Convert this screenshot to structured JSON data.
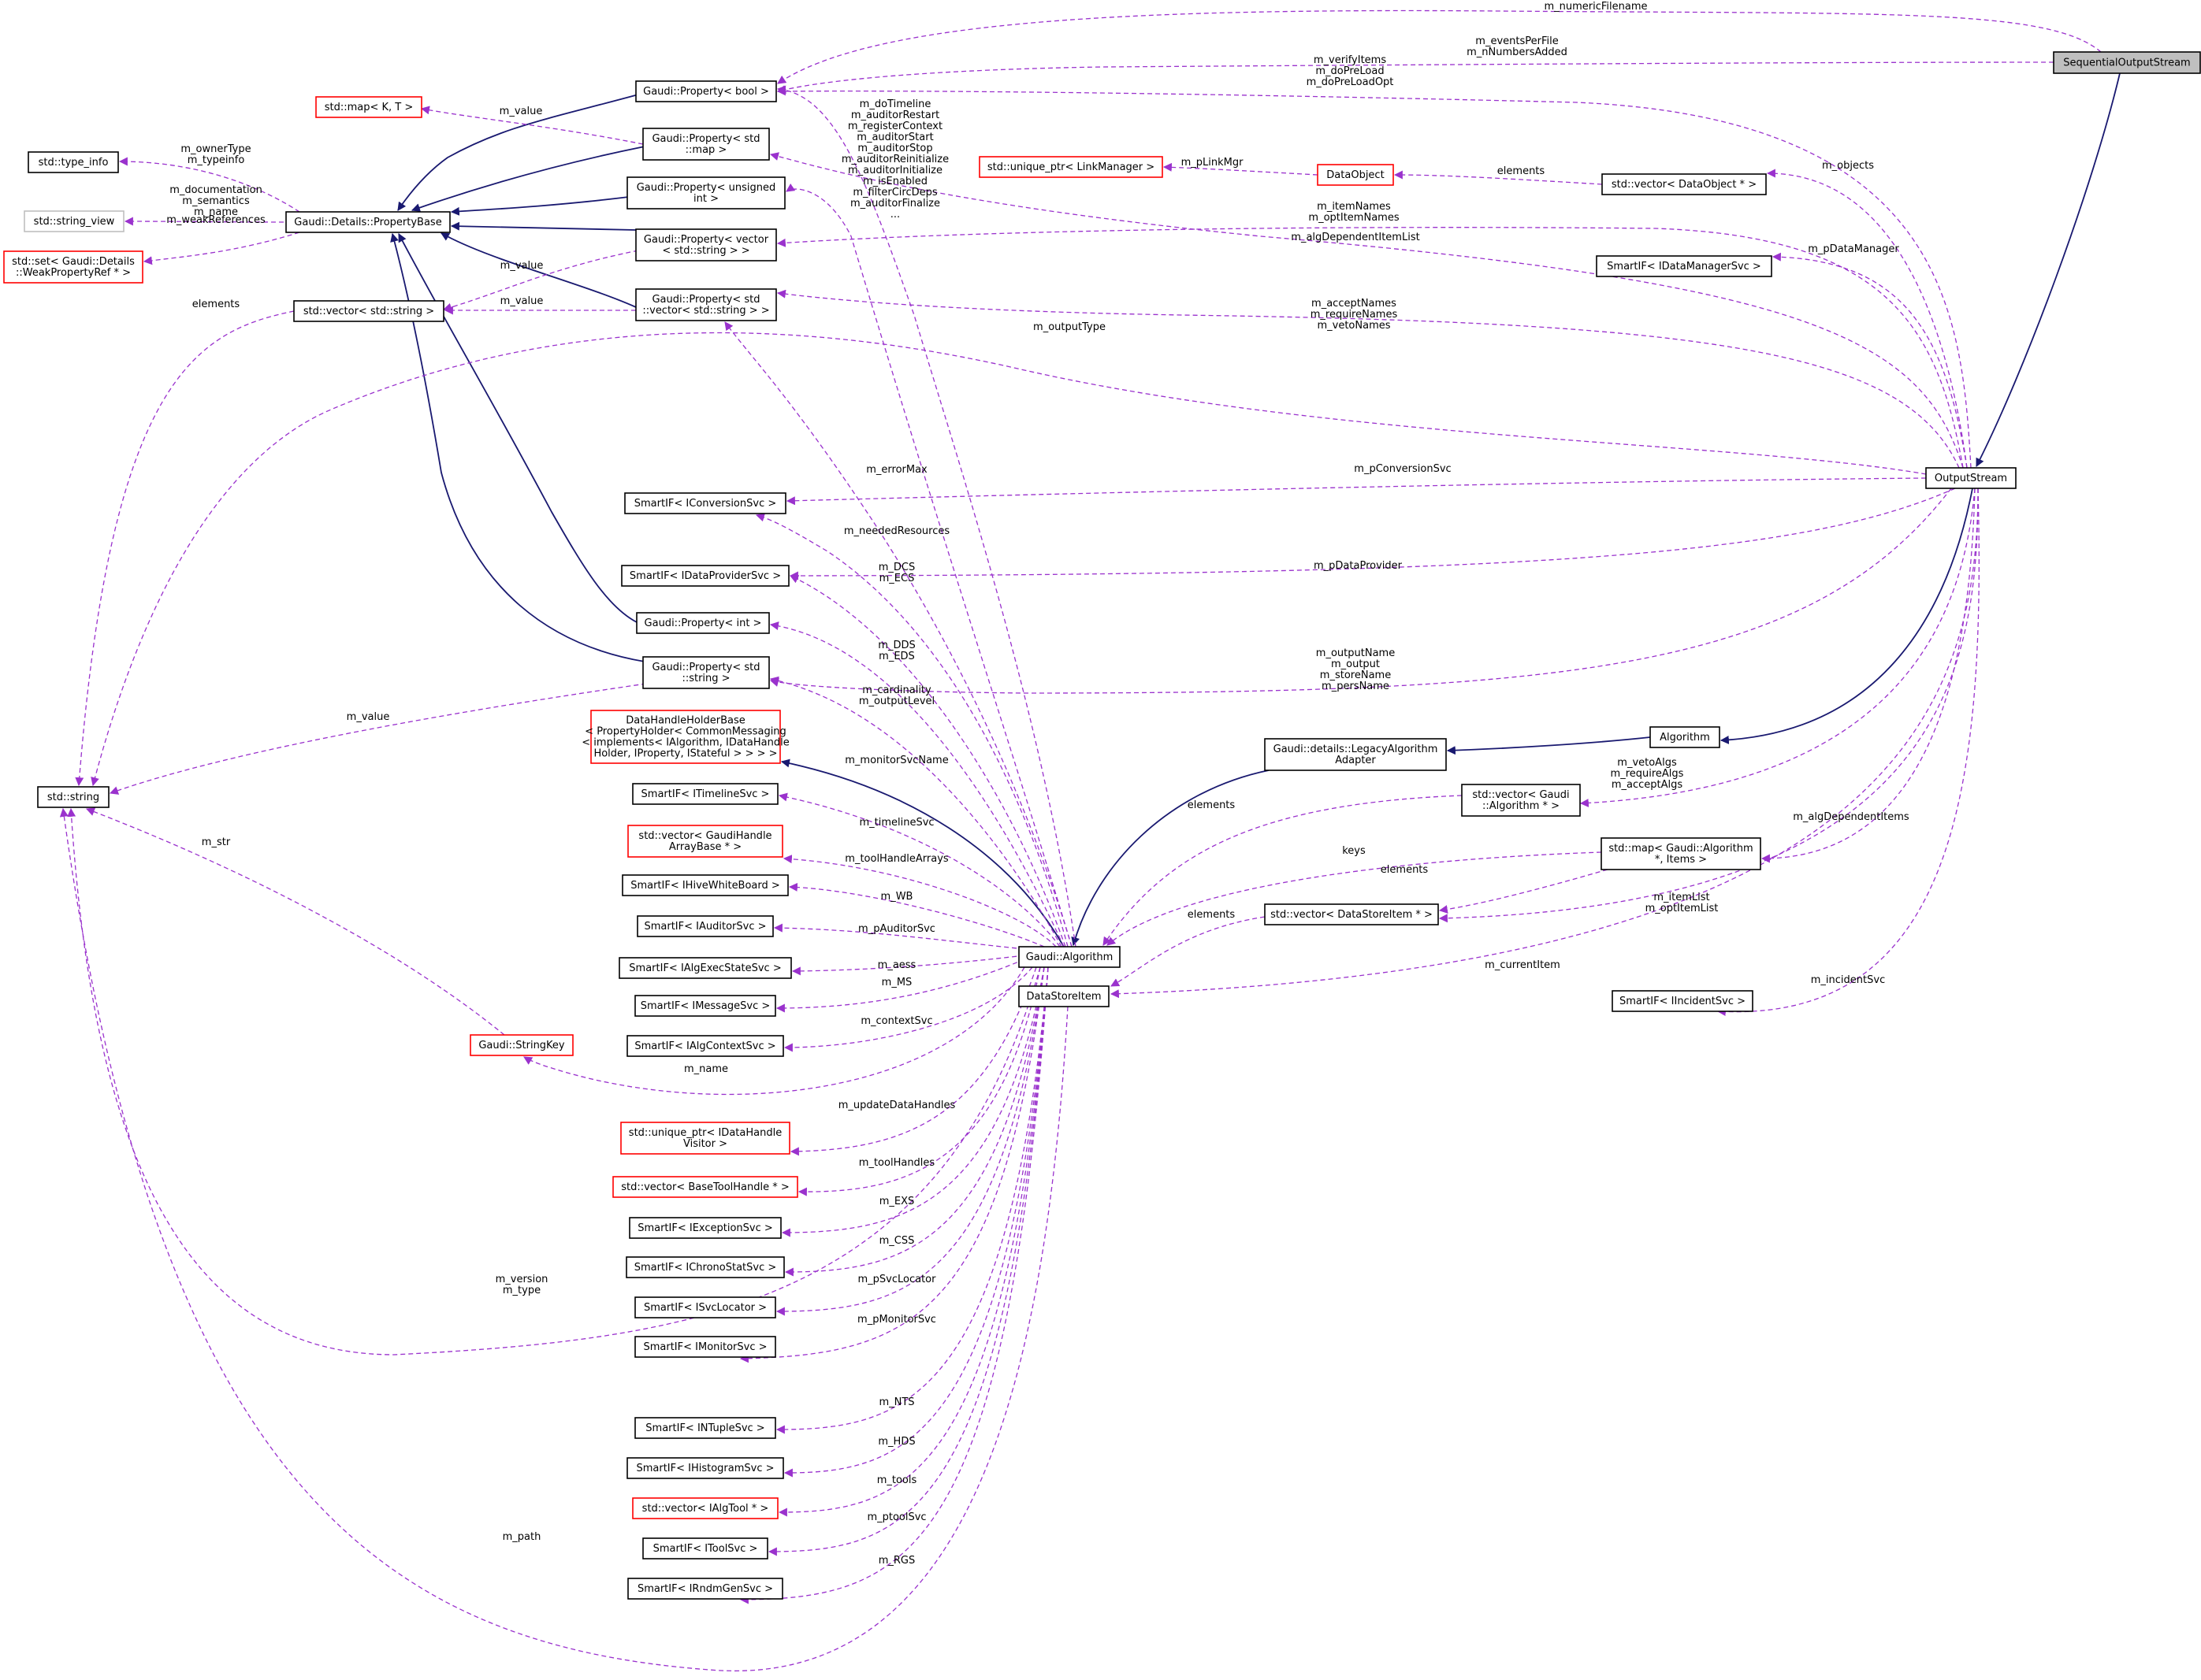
{
  "colors": {
    "inheritance": "#191970",
    "usage": "#9a32cd",
    "node_border": "#000000",
    "node_border_undocumented": "#ff0000",
    "node_border_external": "#bfbfbf",
    "node_highlight_fill": "#bfbfbf"
  },
  "nodes": [
    {
      "id": "SequentialOutputStream",
      "lines": [
        "SequentialOutputStream"
      ],
      "border": "black",
      "highlight": true
    },
    {
      "id": "OutputStream",
      "lines": [
        "OutputStream"
      ],
      "border": "black"
    },
    {
      "id": "Algorithm",
      "lines": [
        "Algorithm"
      ],
      "border": "black"
    },
    {
      "id": "LegacyAlgorithmAdapter",
      "lines": [
        "Gaudi::details::LegacyAlgorithm",
        "Adapter"
      ],
      "border": "black"
    },
    {
      "id": "GaudiAlgorithm",
      "lines": [
        "Gaudi::Algorithm"
      ],
      "border": "black"
    },
    {
      "id": "DataHandleHolderBase",
      "lines": [
        "DataHandleHolderBase",
        "< PropertyHolder< CommonMessaging",
        "< implements< IAlgorithm, IDataHandle",
        "Holder, IProperty, IStateful > > > >"
      ],
      "border": "red"
    },
    {
      "id": "PropertyBase",
      "lines": [
        "Gaudi::Details::PropertyBase"
      ],
      "border": "black"
    },
    {
      "id": "PropBool",
      "lines": [
        "Gaudi::Property< bool >"
      ],
      "border": "black"
    },
    {
      "id": "PropMap",
      "lines": [
        "Gaudi::Property< std",
        "::map >"
      ],
      "border": "black"
    },
    {
      "id": "PropUnsigned",
      "lines": [
        "Gaudi::Property< unsigned",
        "int >"
      ],
      "border": "black"
    },
    {
      "id": "PropVector",
      "lines": [
        "Gaudi::Property< vector",
        "< std::string > >"
      ],
      "border": "black"
    },
    {
      "id": "PropStdVector",
      "lines": [
        "Gaudi::Property< std",
        "::vector< std::string > >"
      ],
      "border": "black"
    },
    {
      "id": "PropInt",
      "lines": [
        "Gaudi::Property< int >"
      ],
      "border": "black"
    },
    {
      "id": "PropString",
      "lines": [
        "Gaudi::Property< std",
        "::string >"
      ],
      "border": "black"
    },
    {
      "id": "StdString",
      "lines": [
        "std::string"
      ],
      "border": "black"
    },
    {
      "id": "TypeInfo",
      "lines": [
        "std::type_info"
      ],
      "border": "black"
    },
    {
      "id": "StringView",
      "lines": [
        "std::string_view"
      ],
      "border": "gray"
    },
    {
      "id": "SetWeakRef",
      "lines": [
        "std::set< Gaudi::Details",
        "::WeakPropertyRef * >"
      ],
      "border": "red"
    },
    {
      "id": "StdMapKT",
      "lines": [
        "std::map< K, T >"
      ],
      "border": "red"
    },
    {
      "id": "VectorString",
      "lines": [
        "std::vector< std::string >"
      ],
      "border": "black"
    },
    {
      "id": "UniqueLinkManager",
      "lines": [
        "std::unique_ptr< LinkManager >"
      ],
      "border": "red"
    },
    {
      "id": "DataObject",
      "lines": [
        "DataObject"
      ],
      "border": "red"
    },
    {
      "id": "VectorDataObject",
      "lines": [
        "std::vector< DataObject * >"
      ],
      "border": "black"
    },
    {
      "id": "SIDataManagerSvc",
      "lines": [
        "SmartIF< IDataManagerSvc >"
      ],
      "border": "black"
    },
    {
      "id": "SIConversionSvc",
      "lines": [
        "SmartIF< IConversionSvc >"
      ],
      "border": "black"
    },
    {
      "id": "SIDataProviderSvc",
      "lines": [
        "SmartIF< IDataProviderSvc >"
      ],
      "border": "black"
    },
    {
      "id": "SITimelineSvc",
      "lines": [
        "SmartIF< ITimelineSvc >"
      ],
      "border": "black"
    },
    {
      "id": "VectorGaudiHandleArrayBase",
      "lines": [
        "std::vector< GaudiHandle",
        "ArrayBase * >"
      ],
      "border": "red"
    },
    {
      "id": "SIHiveWhiteBoard",
      "lines": [
        "SmartIF< IHiveWhiteBoard >"
      ],
      "border": "black"
    },
    {
      "id": "SIAuditorSvc",
      "lines": [
        "SmartIF< IAuditorSvc >"
      ],
      "border": "black"
    },
    {
      "id": "SIAlgExecStateSvc",
      "lines": [
        "SmartIF< IAlgExecStateSvc >"
      ],
      "border": "black"
    },
    {
      "id": "SIMessageSvc",
      "lines": [
        "SmartIF< IMessageSvc >"
      ],
      "border": "black"
    },
    {
      "id": "SIAlgContextSvc",
      "lines": [
        "SmartIF< IAlgContextSvc >"
      ],
      "border": "black"
    },
    {
      "id": "StringKey",
      "lines": [
        "Gaudi::StringKey"
      ],
      "border": "red"
    },
    {
      "id": "UniqueDataHandleVisitor",
      "lines": [
        "std::unique_ptr< IDataHandle",
        "Visitor >"
      ],
      "border": "red"
    },
    {
      "id": "VectorBaseToolHandle",
      "lines": [
        "std::vector< BaseToolHandle * >"
      ],
      "border": "red"
    },
    {
      "id": "SIExceptionSvc",
      "lines": [
        "SmartIF< IExceptionSvc >"
      ],
      "border": "black"
    },
    {
      "id": "SIChronoStatSvc",
      "lines": [
        "SmartIF< IChronoStatSvc >"
      ],
      "border": "black"
    },
    {
      "id": "SISvcLocator",
      "lines": [
        "SmartIF< ISvcLocator >"
      ],
      "border": "black"
    },
    {
      "id": "SIMonitorSvc",
      "lines": [
        "SmartIF< IMonitorSvc >"
      ],
      "border": "black"
    },
    {
      "id": "SINTupleSvc",
      "lines": [
        "SmartIF< INTupleSvc >"
      ],
      "border": "black"
    },
    {
      "id": "SIHistogramSvc",
      "lines": [
        "SmartIF< IHistogramSvc >"
      ],
      "border": "black"
    },
    {
      "id": "VectorIAlgTool",
      "lines": [
        "std::vector< IAlgTool * >"
      ],
      "border": "red"
    },
    {
      "id": "SIToolSvc",
      "lines": [
        "SmartIF< IToolSvc >"
      ],
      "border": "black"
    },
    {
      "id": "SIRndmGenSvc",
      "lines": [
        "SmartIF< IRndmGenSvc >"
      ],
      "border": "black"
    },
    {
      "id": "DataStoreItem",
      "lines": [
        "DataStoreItem"
      ],
      "border": "black"
    },
    {
      "id": "VectorGaudiAlgorithm",
      "lines": [
        "std::vector< Gaudi",
        "::Algorithm * >"
      ],
      "border": "black"
    },
    {
      "id": "MapGaudiAlgorithmItems",
      "lines": [
        "std::map< Gaudi::Algorithm",
        "*, Items >"
      ],
      "border": "black"
    },
    {
      "id": "VectorDataStoreItem",
      "lines": [
        "std::vector< DataStoreItem * >"
      ],
      "border": "black"
    },
    {
      "id": "SIIncidentSvc",
      "lines": [
        "SmartIF< IIncidentSvc >"
      ],
      "border": "black"
    }
  ],
  "edge_labels": [
    {
      "id": "numericFilename",
      "lines": [
        "m_numericFilename"
      ]
    },
    {
      "id": "eventsPerFile",
      "lines": [
        "m_eventsPerFile",
        "m_nNumbersAdded"
      ]
    },
    {
      "id": "verifyItems",
      "lines": [
        "m_verifyItems",
        "m_doPreLoad",
        "m_doPreLoadOpt"
      ]
    },
    {
      "id": "objects",
      "lines": [
        "m_objects"
      ]
    },
    {
      "id": "pDataManager",
      "lines": [
        "m_pDataManager"
      ]
    },
    {
      "id": "itemNames",
      "lines": [
        "m_itemNames",
        "m_optItemNames"
      ]
    },
    {
      "id": "algDependentItemList",
      "lines": [
        "m_algDependentItemList"
      ]
    },
    {
      "id": "acceptNames",
      "lines": [
        "m_acceptNames",
        "m_requireNames",
        "m_vetoNames"
      ]
    },
    {
      "id": "outputType",
      "lines": [
        "m_outputType"
      ]
    },
    {
      "id": "pConversionSvc",
      "lines": [
        "m_pConversionSvc"
      ]
    },
    {
      "id": "pDataProvider",
      "lines": [
        "m_pDataProvider"
      ]
    },
    {
      "id": "outputName",
      "lines": [
        "m_outputName",
        "m_output",
        "m_storeName",
        "m_persName"
      ]
    },
    {
      "id": "vetoAlgs",
      "lines": [
        "m_vetoAlgs",
        "m_requireAlgs",
        "m_acceptAlgs"
      ]
    },
    {
      "id": "algDependentItems",
      "lines": [
        "m_algDependentItems"
      ]
    },
    {
      "id": "itemList",
      "lines": [
        "m_itemList",
        "m_optItemList"
      ]
    },
    {
      "id": "currentItem",
      "lines": [
        "m_currentItem"
      ]
    },
    {
      "id": "incidentSvc",
      "lines": [
        "m_incidentSvc"
      ]
    },
    {
      "id": "elements_vdsi",
      "lines": [
        "elements"
      ]
    },
    {
      "id": "keys",
      "lines": [
        "keys"
      ]
    },
    {
      "id": "elements_map",
      "lines": [
        "elements"
      ]
    },
    {
      "id": "elements_vga",
      "lines": [
        "elements"
      ]
    },
    {
      "id": "pLinkMgr",
      "lines": [
        "m_pLinkMgr"
      ]
    },
    {
      "id": "elements_vdo",
      "lines": [
        "elements"
      ]
    },
    {
      "id": "value_map",
      "lines": [
        "m_value"
      ]
    },
    {
      "id": "ownerType",
      "lines": [
        "m_ownerType",
        "m_typeinfo"
      ]
    },
    {
      "id": "documentation",
      "lines": [
        "m_documentation",
        "m_semantics",
        "m_name"
      ]
    },
    {
      "id": "weakReferences",
      "lines": [
        "m_weakReferences"
      ]
    },
    {
      "id": "value_vec1",
      "lines": [
        "m_value"
      ]
    },
    {
      "id": "value_vec2",
      "lines": [
        "m_value"
      ]
    },
    {
      "id": "elements_vs",
      "lines": [
        "elements"
      ]
    },
    {
      "id": "value_str",
      "lines": [
        "m_value"
      ]
    },
    {
      "id": "str",
      "lines": [
        "m_str"
      ]
    },
    {
      "id": "doTimeline",
      "lines": [
        "m_doTimeline",
        "m_auditorRestart",
        "m_registerContext",
        "m_auditorStart",
        "m_auditorStop",
        "m_auditorReinitialize",
        "m_auditorInitialize",
        "m_isEnabled",
        "m_filterCircDeps",
        "m_auditorFinalize",
        "..."
      ]
    },
    {
      "id": "errorMax",
      "lines": [
        "m_errorMax"
      ]
    },
    {
      "id": "neededResources",
      "lines": [
        "m_neededResources"
      ]
    },
    {
      "id": "DCS",
      "lines": [
        "m_DCS",
        "m_ECS"
      ]
    },
    {
      "id": "DDS",
      "lines": [
        "m_DDS",
        "m_EDS"
      ]
    },
    {
      "id": "cardinality",
      "lines": [
        "m_cardinality",
        "m_outputLevel"
      ]
    },
    {
      "id": "monitorSvcName",
      "lines": [
        "m_monitorSvcName"
      ]
    },
    {
      "id": "timelineSvc",
      "lines": [
        "m_timelineSvc"
      ]
    },
    {
      "id": "toolHandleArrays",
      "lines": [
        "m_toolHandleArrays"
      ]
    },
    {
      "id": "WB",
      "lines": [
        "m_WB"
      ]
    },
    {
      "id": "pAuditorSvc",
      "lines": [
        "m_pAuditorSvc"
      ]
    },
    {
      "id": "aess",
      "lines": [
        "m_aess"
      ]
    },
    {
      "id": "MS",
      "lines": [
        "m_MS"
      ]
    },
    {
      "id": "contextSvc",
      "lines": [
        "m_contextSvc"
      ]
    },
    {
      "id": "name",
      "lines": [
        "m_name"
      ]
    },
    {
      "id": "updateDataHandles",
      "lines": [
        "m_updateDataHandles"
      ]
    },
    {
      "id": "toolHandles",
      "lines": [
        "m_toolHandles"
      ]
    },
    {
      "id": "EXS",
      "lines": [
        "m_EXS"
      ]
    },
    {
      "id": "CSS",
      "lines": [
        "m_CSS"
      ]
    },
    {
      "id": "pSvcLocator",
      "lines": [
        "m_pSvcLocator"
      ]
    },
    {
      "id": "pMonitorSvc",
      "lines": [
        "m_pMonitorSvc"
      ]
    },
    {
      "id": "version",
      "lines": [
        "m_version",
        "m_type"
      ]
    },
    {
      "id": "NTS",
      "lines": [
        "m_NTS"
      ]
    },
    {
      "id": "HDS",
      "lines": [
        "m_HDS"
      ]
    },
    {
      "id": "tools",
      "lines": [
        "m_tools"
      ]
    },
    {
      "id": "ptoolSvc",
      "lines": [
        "m_ptoolSvc"
      ]
    },
    {
      "id": "RGS",
      "lines": [
        "m_RGS"
      ]
    },
    {
      "id": "path",
      "lines": [
        "m_path"
      ]
    }
  ]
}
